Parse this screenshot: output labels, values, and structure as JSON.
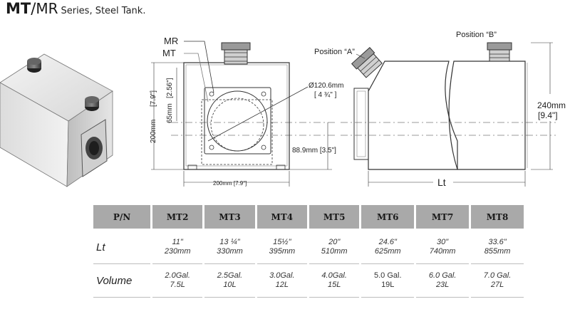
{
  "title": {
    "bold": "MT",
    "slash": "/",
    "regular": "MR",
    "subtitle": "Series, Steel Tank."
  },
  "drawing": {
    "front_labels": {
      "mr": "MR",
      "mt": "MT",
      "width": "200mm  [7.9\"]",
      "height_outer": "200mm",
      "height_outer_in": "[7.9\"]",
      "height_inner": "65mm",
      "height_inner_in": "[2.56\"]",
      "diameter_mm": "Ø120.6mm",
      "diameter_in": "[ 4 ¾\" ]",
      "offset": "88.9mm  [3.5\"]"
    },
    "side_labels": {
      "position_a": "Position “A”",
      "position_b": "Position “B”",
      "height_mm": "240mm",
      "height_in": "[9.4\"]",
      "length": "Lt"
    }
  },
  "table": {
    "header_label": "P/N",
    "models": [
      "MT2",
      "MT3",
      "MT4",
      "MT5",
      "MT6",
      "MT7",
      "MT8"
    ],
    "rows": [
      {
        "label": "Lt",
        "cells": [
          [
            "11\"",
            "230mm"
          ],
          [
            "13 ¼\"",
            "330mm"
          ],
          [
            "15½\"",
            "395mm"
          ],
          [
            "20\"",
            "510mm"
          ],
          [
            "24.6\"",
            "625mm"
          ],
          [
            "30\"",
            "740mm"
          ],
          [
            "33.6\"",
            "855mm"
          ]
        ]
      },
      {
        "label": "Volume",
        "cells": [
          [
            "2.0Gal.",
            "7.5L"
          ],
          [
            "2.5Gal.",
            "10L"
          ],
          [
            "3.0Gal.",
            "12L"
          ],
          [
            "4.0Gal.",
            "15L"
          ],
          [
            "5.0 Gal.",
            "19L"
          ],
          [
            "6.0 Gal.",
            "23L"
          ],
          [
            "7.0 Gal.",
            "27L"
          ]
        ]
      }
    ]
  }
}
